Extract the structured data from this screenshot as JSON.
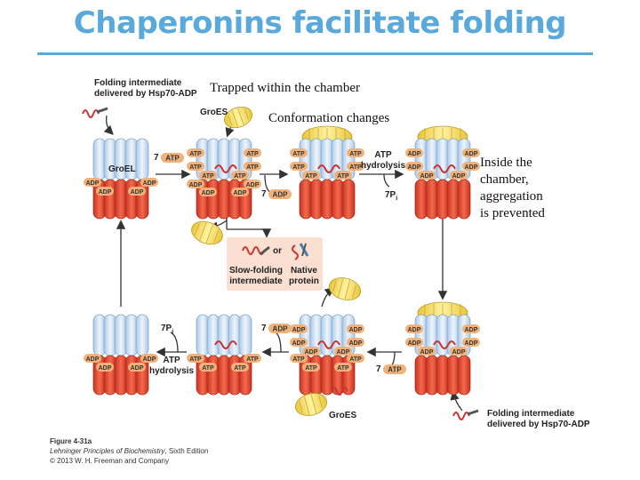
{
  "title": "Chaperonins facilitate folding",
  "notes": {
    "trapped": "Trapped within the chamber",
    "conformation": "Conformation changes",
    "inside": [
      "Inside the",
      "chamber,",
      "aggregation",
      "is prevented"
    ]
  },
  "labels": {
    "folding_top": [
      "Folding intermediate",
      "delivered by Hsp70-ADP"
    ],
    "folding_bottom": [
      "Folding intermediate",
      "delivered by Hsp70-ADP"
    ],
    "groes_top": "GroES",
    "groes_bottom": "GroES",
    "groel": "GroEL",
    "atp7_a": "7",
    "atp7_b": "7",
    "adp7_a": "7",
    "adp7_b": "7",
    "pi7_a": "7P",
    "pi7_b": "7P",
    "pi_sub": "i",
    "atp_hydrolysis_top": [
      "ATP",
      "hydrolysis"
    ],
    "atp_hydrolysis_bottom": [
      "ATP",
      "hydrolysis"
    ],
    "or": "or",
    "slow_folding": [
      "Slow-folding",
      "intermediate"
    ],
    "native": [
      "Native",
      "protein"
    ]
  },
  "badges": {
    "atp": "ATP",
    "adp": "ADP"
  },
  "caption": {
    "figure": "Figure 4-31a",
    "book": "Lehninger Principles of Biochemistry",
    "edition": ", Sixth Edition",
    "copyright": "© 2013 W. H. Freeman and Company"
  },
  "colors": {
    "title": "#5aa9dc",
    "ring_blue": "#c9def3",
    "ring_red": "#e8432e",
    "groes_yellow": "#f3dc55",
    "badge": "#f0b27a",
    "inset": "#fbe0d2"
  }
}
